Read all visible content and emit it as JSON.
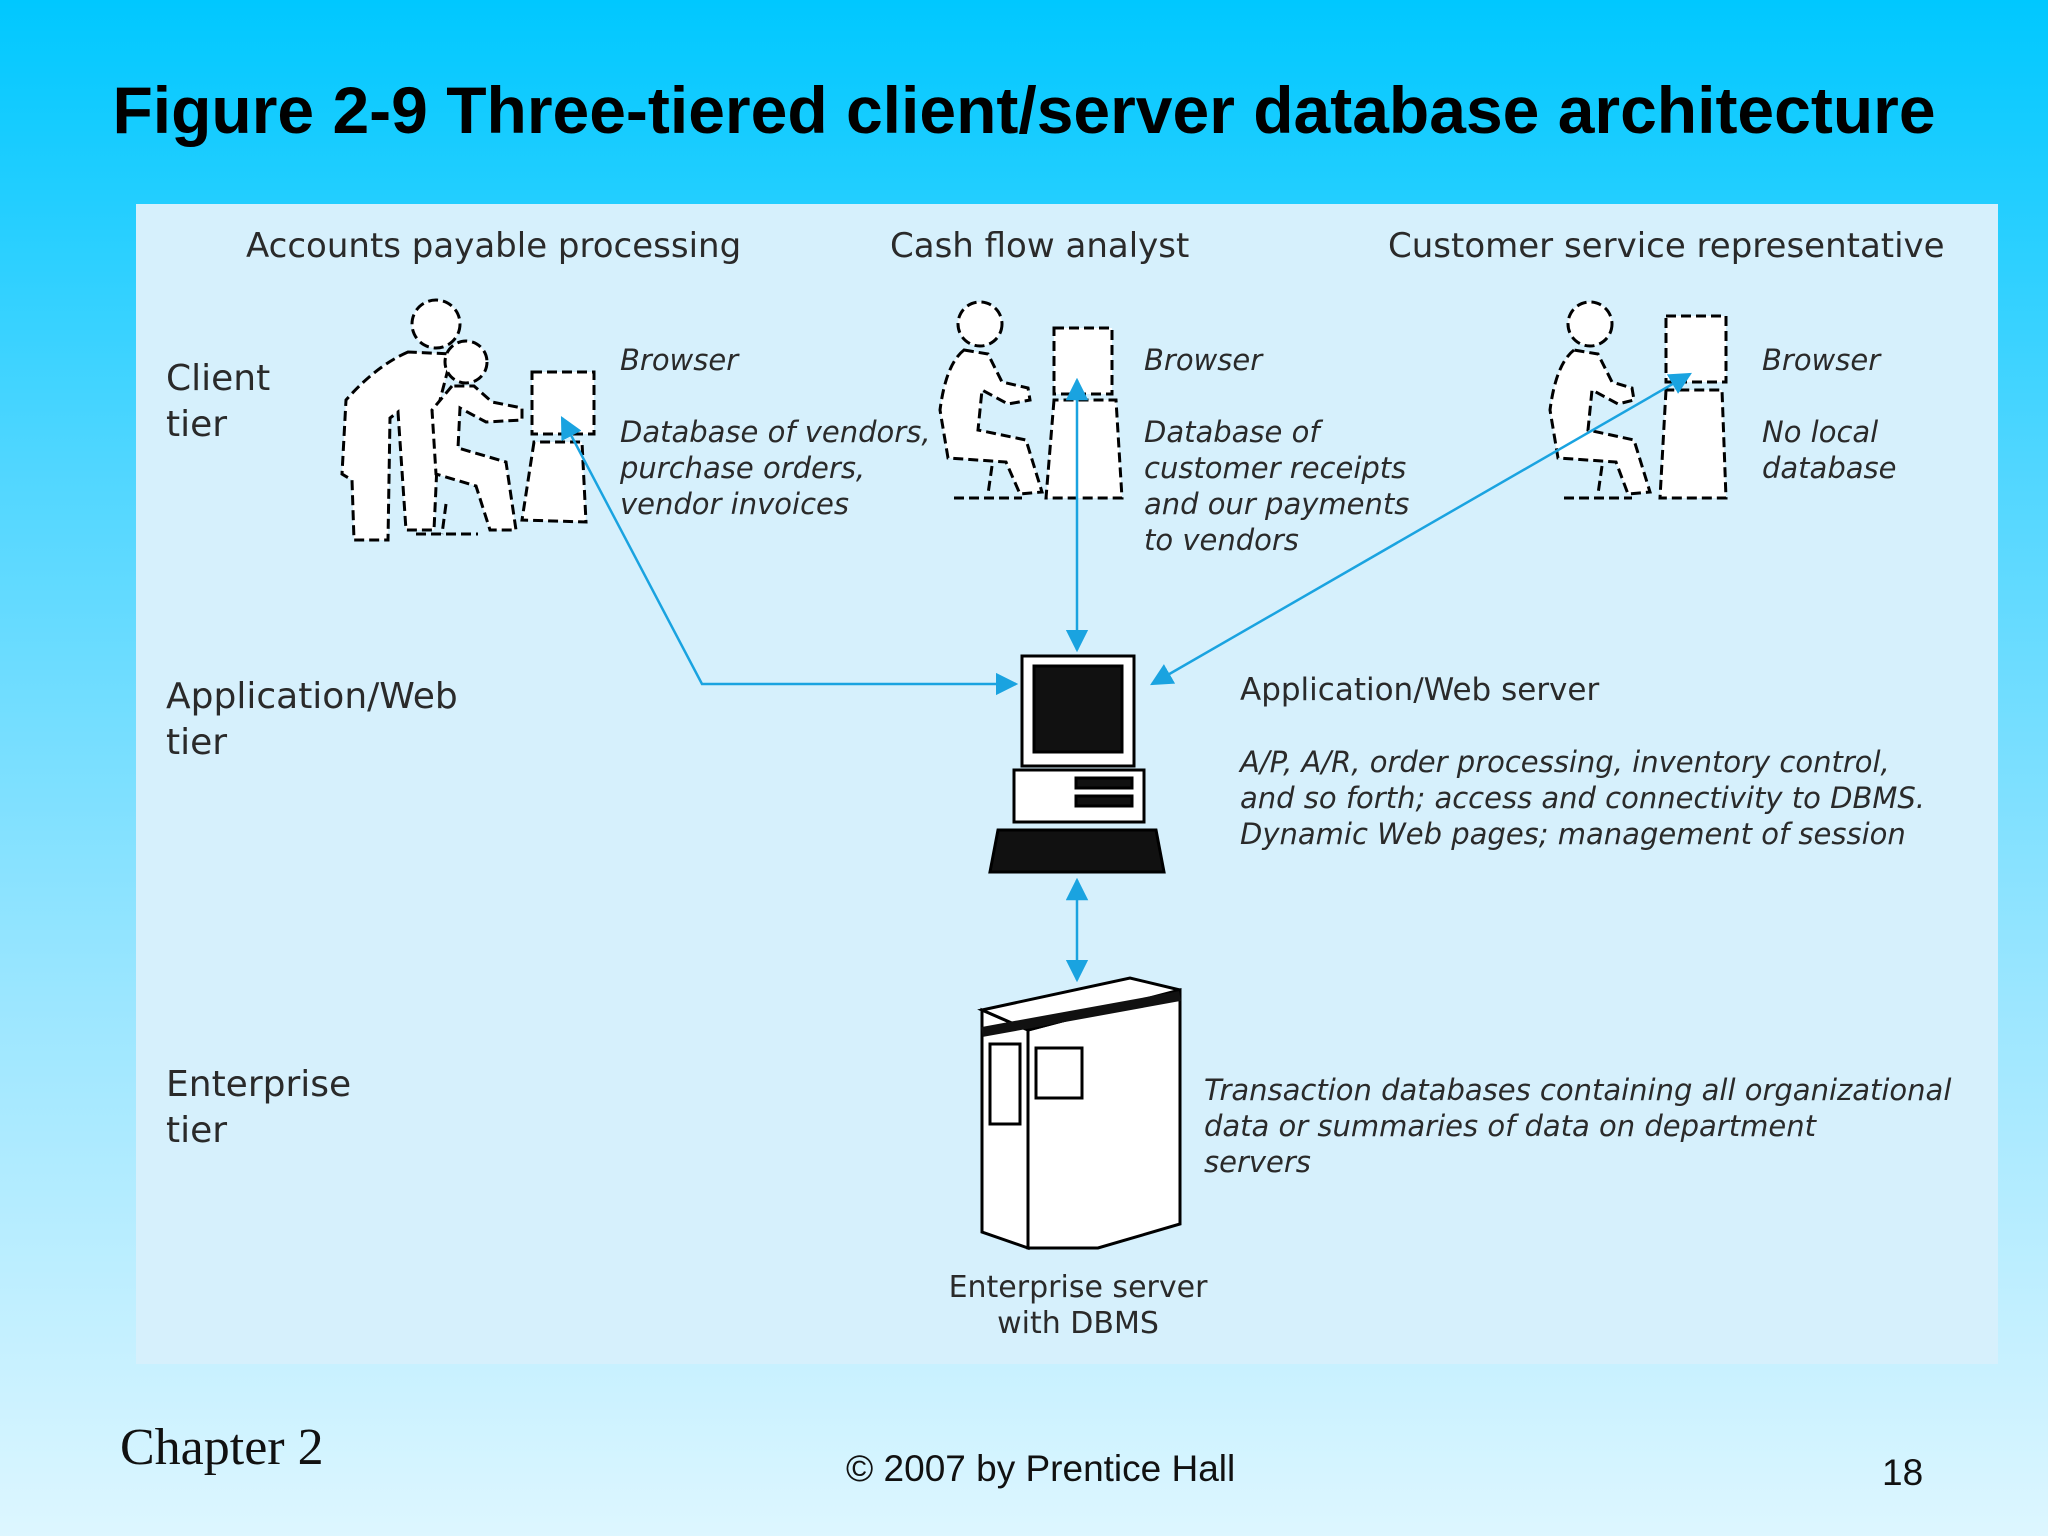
{
  "slide": {
    "title": "Figure 2-9 Three-tiered client/server database architecture",
    "footer": {
      "chapter": "Chapter 2",
      "copyright": "© 2007 by Prentice Hall",
      "page_number": "18"
    }
  },
  "diagram": {
    "users": [
      {
        "role": "Accounts payable processing",
        "browser_label": "Browser",
        "local_data": "Database of vendors,\npurchase orders,\nvendor invoices"
      },
      {
        "role": "Cash flow analyst",
        "browser_label": "Browser",
        "local_data": "Database of\ncustomer receipts\nand our payments\nto vendors"
      },
      {
        "role": "Customer service representative",
        "browser_label": "Browser",
        "local_data": "No local\ndatabase"
      }
    ],
    "tiers": {
      "client": "Client\ntier",
      "application": "Application/Web\ntier",
      "enterprise": "Enterprise\ntier"
    },
    "app_server": {
      "title": "Application/Web server",
      "description": "A/P, A/R, order processing, inventory control,\nand so forth; access and connectivity to DBMS.\nDynamic Web pages; management of session"
    },
    "enterprise_server": {
      "label": "Enterprise server\nwith DBMS",
      "description": "Transaction databases containing all organizational\ndata or summaries of data on department\nservers"
    },
    "colors": {
      "arrow": "#1aa3e0",
      "panel": "#d6f0fc",
      "figure_stroke": "#000000"
    }
  }
}
